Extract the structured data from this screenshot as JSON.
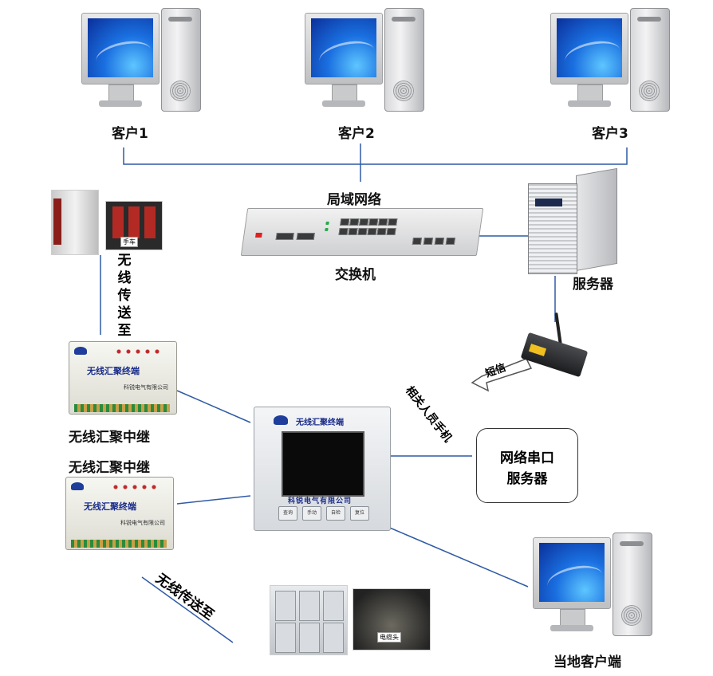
{
  "clients": [
    {
      "label": "客户1"
    },
    {
      "label": "客户2"
    },
    {
      "label": "客户3"
    }
  ],
  "network": {
    "lan_label": "局域网络",
    "switch_label": "交换机",
    "server_label": "服务器"
  },
  "sms": {
    "badge": "短信",
    "recipient_label": "相关人员手机"
  },
  "wireless_tx_vertical": "无线传送至",
  "wireless_tx_bottom": "无线传送至",
  "relays": [
    {
      "label": "无线汇聚中继",
      "device_title": "无线汇聚终端",
      "company": "科锐电气有限公司"
    },
    {
      "label": "无线汇聚中继",
      "device_title": "无线汇聚终端",
      "company": "科锐电气有限公司"
    }
  ],
  "terminal": {
    "title": "无线汇聚终端",
    "company": "科锐电气有限公司",
    "keys": [
      "查询",
      "手动",
      "自检",
      "复位"
    ]
  },
  "serial_server": {
    "line1": "网络串口",
    "line2": "服务器"
  },
  "local_client_label": "当地客户端",
  "photos": {
    "handcart_tag": "手车",
    "cable_tag": "电缆头"
  }
}
